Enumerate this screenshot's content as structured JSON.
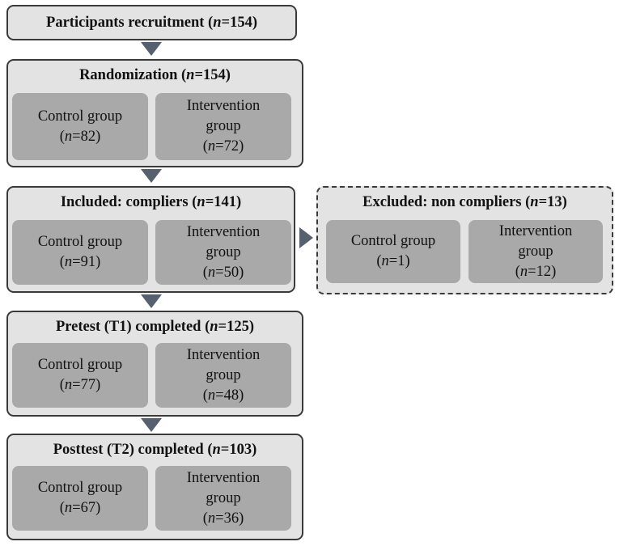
{
  "recruitment": {
    "label": "Participants recruitment",
    "n": "154"
  },
  "randomization": {
    "label": "Randomization",
    "n": "154",
    "control": {
      "line1": "Control group",
      "n": "82"
    },
    "intervention": {
      "line1": "Intervention",
      "line2": "group",
      "n": "72"
    }
  },
  "included": {
    "label": "Included: compliers",
    "n": "141",
    "control": {
      "line1": "Control group",
      "n": "91"
    },
    "intervention": {
      "line1": "Intervention",
      "line2": "group",
      "n": "50"
    }
  },
  "excluded": {
    "label": "Excluded: non compliers",
    "n": "13",
    "control": {
      "line1": "Control group",
      "n": "1"
    },
    "intervention": {
      "line1": "Intervention",
      "line2": "group",
      "n": "12"
    }
  },
  "pretest": {
    "label": "Pretest (T1) completed",
    "n": "125",
    "control": {
      "line1": "Control group",
      "n": "77"
    },
    "intervention": {
      "line1": "Intervention",
      "line2": "group",
      "n": "48"
    }
  },
  "posttest": {
    "label": "Posttest (T2) completed",
    "n": "103",
    "control": {
      "line1": "Control group",
      "n": "67"
    },
    "intervention": {
      "line1": "Intervention",
      "line2": "group",
      "n": "36"
    }
  },
  "n_symbol": "n",
  "colors": {
    "outer_fill": "#e3e3e3",
    "inner_fill": "#a9a9a9",
    "border": "#3a3a3a",
    "arrow": "#56606e"
  }
}
